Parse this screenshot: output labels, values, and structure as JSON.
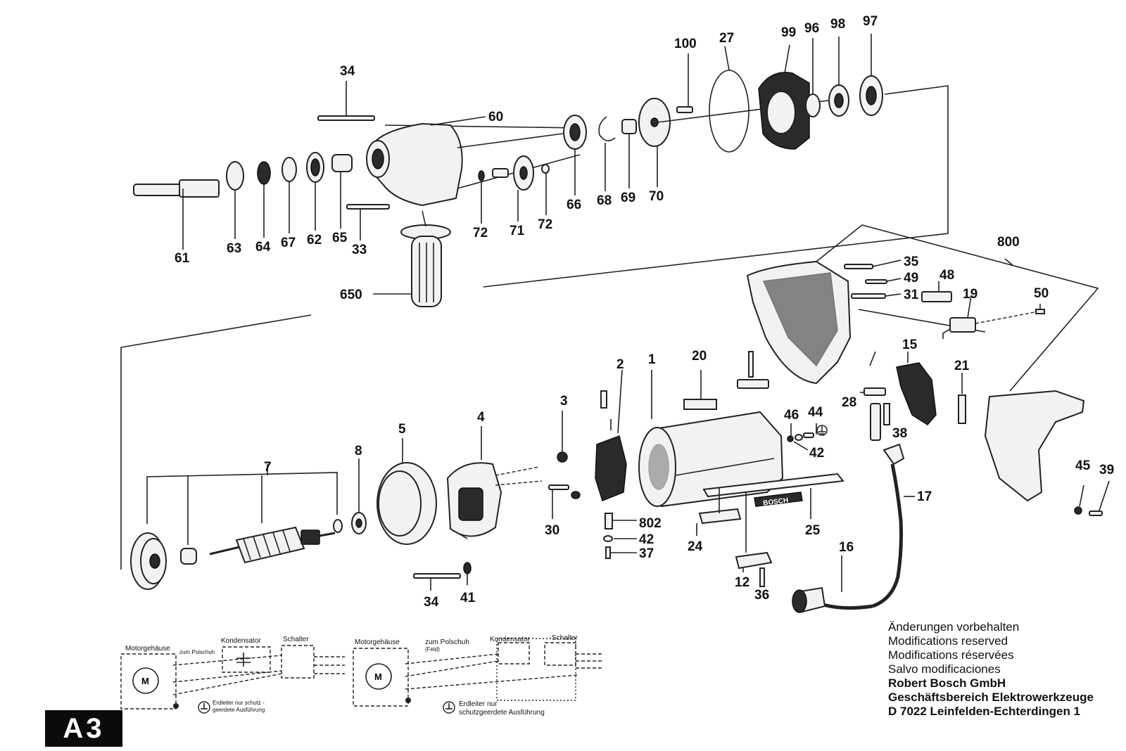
{
  "part_numbers": {
    "p34a": "34",
    "p60": "60",
    "p100": "100",
    "p27": "27",
    "p99": "99",
    "p96": "96",
    "p98": "98",
    "p97": "97",
    "p61": "61",
    "p63": "63",
    "p64": "64",
    "p67": "67",
    "p62": "62",
    "p65": "65",
    "p33": "33",
    "p72a": "72",
    "p71": "71",
    "p72b": "72",
    "p66": "66",
    "p68": "68",
    "p69": "69",
    "p70": "70",
    "p650": "650",
    "p800": "800",
    "p35": "35",
    "p49": "49",
    "p48": "48",
    "p31": "31",
    "p19": "19",
    "p50": "50",
    "p15": "15",
    "p21": "21",
    "p28": "28",
    "p38": "38",
    "p45": "45",
    "p39": "39",
    "p17": "17",
    "p16": "16",
    "p2": "2",
    "p1": "1",
    "p20": "20",
    "p3": "3",
    "p4": "4",
    "p5": "5",
    "p7": "7",
    "p8": "8",
    "p46": "46",
    "p44": "44",
    "p42a": "42",
    "p30": "30",
    "p802": "802",
    "p42b": "42",
    "p37": "37",
    "p24": "24",
    "p25": "25",
    "p12": "12",
    "p36": "36",
    "p34b": "34",
    "p41": "41"
  },
  "housing_brand": "BOSCH",
  "schematic_left": {
    "motor_housing": "Motorgehäuse",
    "pole_shoe": "zum Polschuh",
    "capacitor": "Kondensator",
    "switch": "Schalter",
    "motor_symbol": "M",
    "ground_note_1": "Erdleiter nur schutz -",
    "ground_note_2": "geerdete Ausführung"
  },
  "schematic_right": {
    "motor_housing": "Motorgehäuse",
    "pole_shoe": "zum Polschuh",
    "field": "(Feld)",
    "capacitor": "Kondensator",
    "switch": "Schalter",
    "motor_symbol": "M",
    "ground_note_1": "Erdleiter nur",
    "ground_note_2": "schutzgeerdete Ausführung"
  },
  "notes": {
    "modifications": [
      "Änderungen vorbehalten",
      "Modifications reserved",
      "Modifications réservées",
      "Salvo modificaciones"
    ],
    "company": [
      "Robert Bosch GmbH",
      "Geschäftsbereich Elektrowerkzeuge",
      "D 7022 Leinfelden-Echterdingen 1"
    ]
  },
  "page_badge": "A3"
}
